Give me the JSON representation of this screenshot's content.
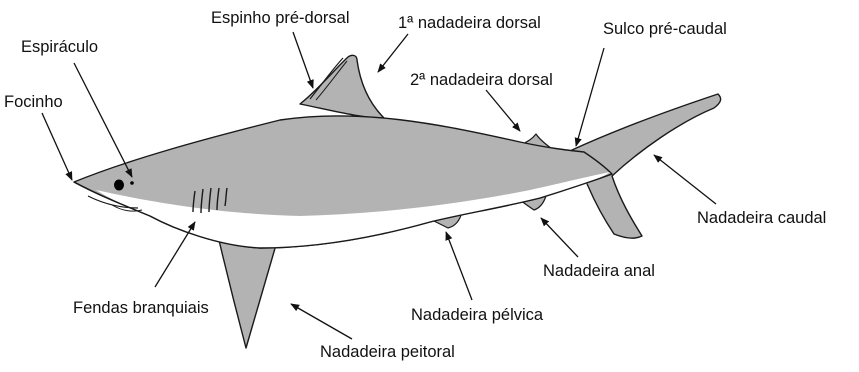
{
  "labels": {
    "espinho": "Espinho pré-dorsal",
    "primeira_dorsal": "1ª nadadeira dorsal",
    "sulco": "Sulco pré-caudal",
    "espiraculo": "Espiráculo",
    "segunda_dorsal": "2ª nadadeira dorsal",
    "focinho": "Focinho",
    "caudal": "Nadadeira caudal",
    "anal": "Nadadeira anal",
    "fendas": "Fendas branquiais",
    "pelvica": "Nadadeira pélvica",
    "peitoral": "Nadadeira peitoral"
  },
  "colors": {
    "body": "#b3b3b3",
    "belly": "#ffffff",
    "outline": "#1a1a1a"
  }
}
